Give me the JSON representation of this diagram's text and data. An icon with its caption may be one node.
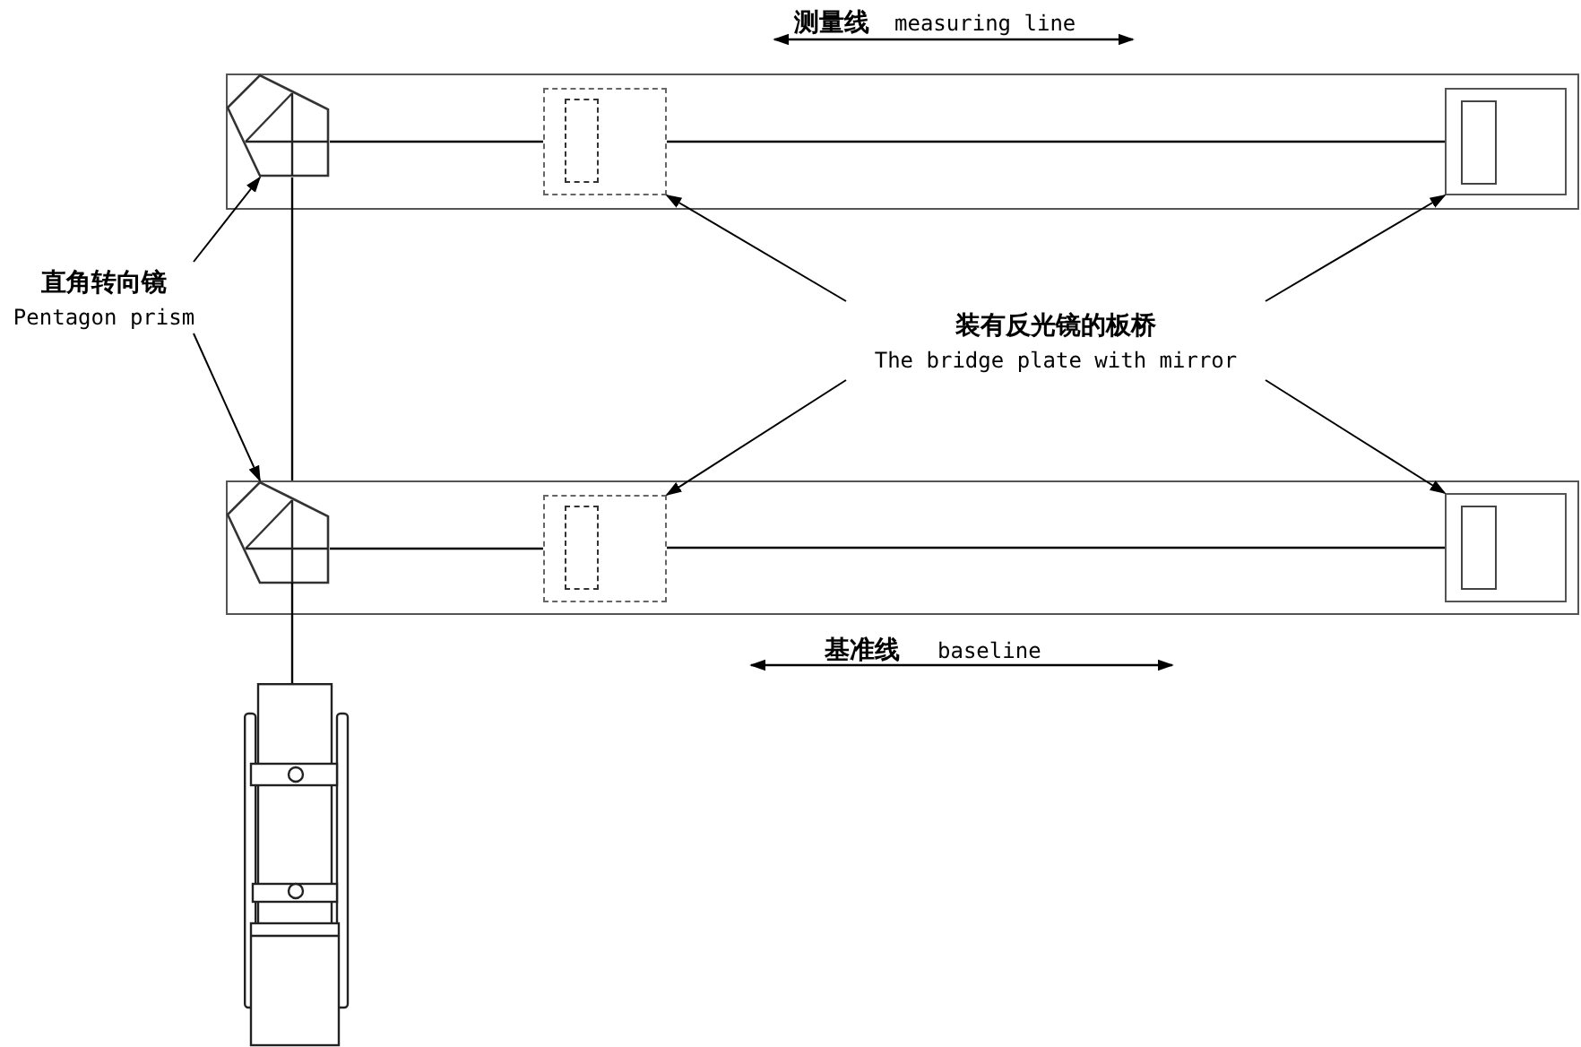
{
  "diagram": {
    "nodes": [
      {
        "text": [],
        "shape": "bar"
      },
      {
        "text": [],
        "shape": "pentagon",
        "in": 0
      },
      {
        "text": [],
        "shape": "box",
        "in": 0
      },
      {
        "text": [],
        "shape": "box",
        "in": 0
      },
      {
        "text": [
          "直角转向镜",
          "Pentagon prism"
        ]
      },
      {
        "text": [
          "装有反光镜的板桥",
          "The bridge plate with mirror"
        ]
      },
      {
        "text": [],
        "shape": "bar"
      },
      {
        "text": [],
        "shape": "pentagon",
        "in": 6
      },
      {
        "text": [],
        "shape": "box",
        "in": 6
      },
      {
        "text": [],
        "shape": "box",
        "in": 6
      },
      {
        "text": [],
        "shape": "picture"
      }
    ],
    "edges": [
      {
        "from": 4,
        "to": 1,
        "arrow": "to"
      },
      {
        "from": 4,
        "to": 7,
        "arrow": "to"
      },
      {
        "from": 5,
        "to": 2,
        "arrow": "to"
      },
      {
        "from": 5,
        "to": 3,
        "arrow": "to"
      },
      {
        "from": 5,
        "to": 8,
        "arrow": "to"
      },
      {
        "from": 5,
        "to": 9,
        "arrow": "to"
      },
      {
        "from": 1,
        "to": 2,
        "arrow": "none"
      },
      {
        "from": 2,
        "to": 3,
        "arrow": "none"
      },
      {
        "from": 7,
        "to": 8,
        "arrow": "none"
      },
      {
        "from": 8,
        "to": 9,
        "arrow": "none"
      },
      {
        "from": 10,
        "to": 7,
        "arrow": "none"
      },
      {
        "from": 7,
        "to": 1,
        "arrow": "none"
      }
    ],
    "labels": [
      "测量线",
      "measuring line",
      "基准线",
      "baseline"
    ]
  }
}
